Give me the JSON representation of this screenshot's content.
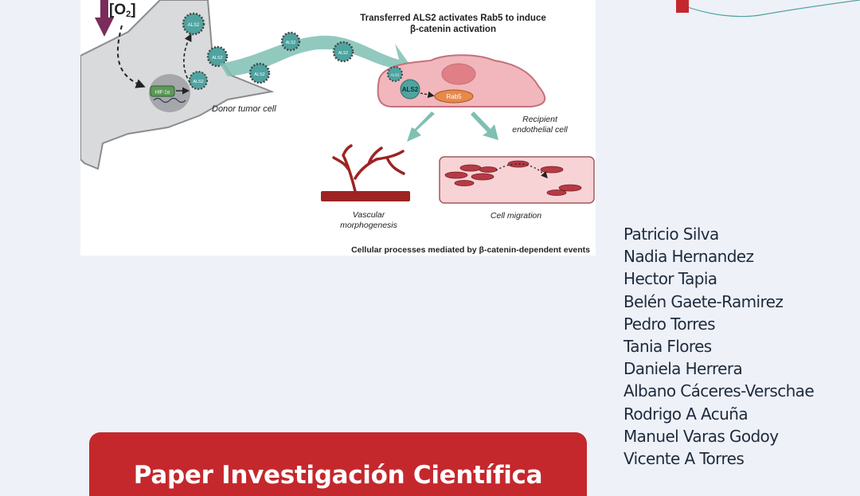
{
  "figure": {
    "oxygen_label": "[O",
    "oxygen_sub": "2",
    "oxygen_close": "]",
    "heading_line1": "Transferred ALS2 activates Rab5 to induce",
    "heading_line2": "β-catenin activation",
    "vesicle_label": "ALS2",
    "small_vesicle_label": "ALS2",
    "hif_label": "HIF-1α",
    "als2_label": "ALS2",
    "rab5_label": "Rab5",
    "donor_label": "Donor tumor cell",
    "recipient_line1": "Recipient",
    "recipient_line2": "endothelial cell",
    "vascular_line1": "Vascular",
    "vascular_line2": "morphogenesis",
    "migration_label": "Cell migration",
    "caption": "Cellular processes mediated by β-catenin-dependent events"
  },
  "authors": [
    "Patricio Silva",
    "Nadia Hernandez",
    "Hector Tapia",
    "Belén Gaete-Ramirez",
    "Pedro Torres",
    "Tania Flores",
    "Daniela Herrera",
    "Albano Cáceres-Verschae",
    "Rodrigo A Acuña",
    "Manuel Varas Godoy",
    "Vicente A Torres"
  ],
  "banner": {
    "title": "Paper Investigación Científica"
  },
  "colors": {
    "accent_red": "#c4282d",
    "teal": "#6fb6a8",
    "vesicle": "#4fa3a0",
    "recipient_cell": "#f1b7bc",
    "rab5": "#e8894a",
    "vessel": "#9e2323"
  }
}
